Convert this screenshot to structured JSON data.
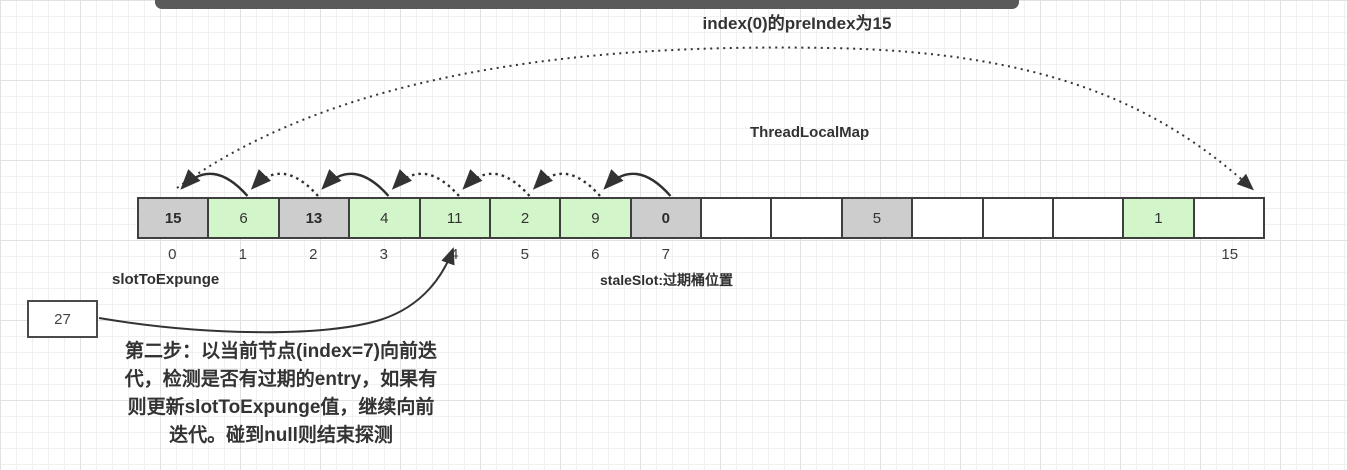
{
  "header": {
    "title": "index(0)的preIndex为15",
    "map_label": "ThreadLocalMap"
  },
  "array": {
    "cells": [
      {
        "index_label": "0",
        "value": "15",
        "state": "stale",
        "bold": true
      },
      {
        "index_label": "1",
        "value": "6",
        "state": "valid",
        "bold": false
      },
      {
        "index_label": "2",
        "value": "13",
        "state": "stale",
        "bold": true
      },
      {
        "index_label": "3",
        "value": "4",
        "state": "valid",
        "bold": false
      },
      {
        "index_label": "4",
        "value": "11",
        "state": "valid",
        "bold": false
      },
      {
        "index_label": "5",
        "value": "2",
        "state": "valid",
        "bold": false
      },
      {
        "index_label": "6",
        "value": "9",
        "state": "valid",
        "bold": false
      },
      {
        "index_label": "7",
        "value": "0",
        "state": "stale",
        "bold": true
      },
      {
        "index_label": "",
        "value": "",
        "state": "empty",
        "bold": false
      },
      {
        "index_label": "",
        "value": "",
        "state": "empty",
        "bold": false
      },
      {
        "index_label": "",
        "value": "5",
        "state": "stale",
        "bold": false
      },
      {
        "index_label": "",
        "value": "",
        "state": "empty",
        "bold": false
      },
      {
        "index_label": "",
        "value": "",
        "state": "empty",
        "bold": false
      },
      {
        "index_label": "",
        "value": "",
        "state": "empty",
        "bold": false
      },
      {
        "index_label": "",
        "value": "1",
        "state": "valid",
        "bold": false
      },
      {
        "index_label": "15",
        "value": "",
        "state": "empty",
        "bold": false
      }
    ]
  },
  "labels": {
    "slot_to_expunge": "slotToExpunge",
    "stale_slot": "staleSlot:过期桶位置"
  },
  "pointer_box": {
    "value": "27",
    "points_to_index": 4
  },
  "note": {
    "lines": [
      "第二步：以当前节点(index=7)向前迭",
      "代，检测是否有过期的entry，如果有",
      "则更新slotToExpunge值，继续向前",
      "迭代。碰到null则结束探测"
    ]
  },
  "arcs": {
    "back_links": [
      {
        "from": 1,
        "to": 0,
        "style": "solid"
      },
      {
        "from": 2,
        "to": 1,
        "style": "dotted"
      },
      {
        "from": 3,
        "to": 2,
        "style": "solid"
      },
      {
        "from": 4,
        "to": 3,
        "style": "dotted"
      },
      {
        "from": 5,
        "to": 4,
        "style": "dotted"
      },
      {
        "from": 6,
        "to": 5,
        "style": "dotted"
      },
      {
        "from": 7,
        "to": 6,
        "style": "solid"
      }
    ],
    "pre_index_link": {
      "from": 0,
      "to": 15,
      "style": "dotted"
    }
  },
  "colors": {
    "stale_fill": "#cdcdcd",
    "valid_fill": "#d2f5ca",
    "empty_fill": "#ffffff",
    "border": "#3f3f3f",
    "arrow": "#333333",
    "topbar": "#5a5a5a"
  }
}
